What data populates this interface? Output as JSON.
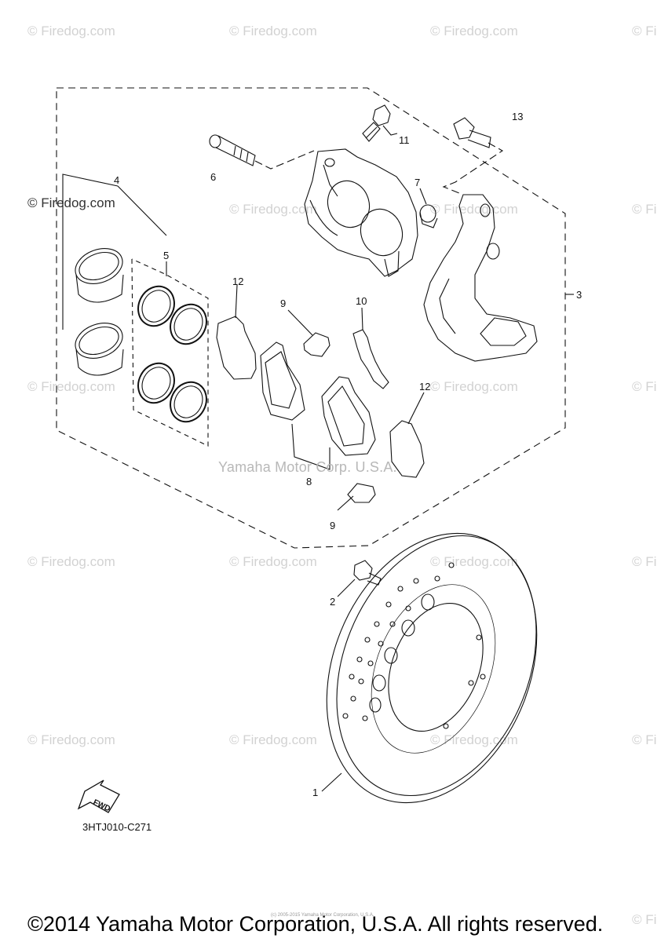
{
  "watermarks": {
    "site": "© Firedog.com",
    "site_cut": "© Fi",
    "maker": "Yamaha Motor Corp. U.S.A."
  },
  "callouts": {
    "p1": "1",
    "p2": "2",
    "p3": "3",
    "p4": "4",
    "p5": "5",
    "p6": "6",
    "p7": "7",
    "p8": "8",
    "p9a": "9",
    "p9b": "9",
    "p10": "10",
    "p11": "11",
    "p12a": "12",
    "p12b": "12",
    "p13": "13"
  },
  "fwd_label": "FWD",
  "diagram_code": "3HTJ010-C271",
  "tiny_credit": "(c) 2005-2015 Yamaha Motor Corporation, U.S.A.",
  "copyright": "©2014 Yamaha Motor Corporation, U.S.A. All rights reserved."
}
